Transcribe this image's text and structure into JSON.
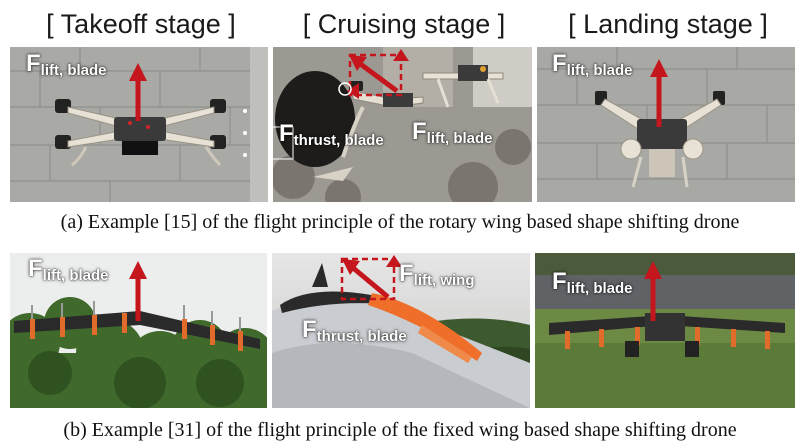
{
  "stages": {
    "takeoff": "[ Takeoff stage ]",
    "cruising": "[ Cruising stage ]",
    "landing": "[ Landing stage ]"
  },
  "captions": {
    "a": "(a) Example [15] of the flight principle of the rotary wing based shape shifting drone",
    "b": "(b) Example [31] of the flight principle of the fixed wing based shape shifting drone"
  },
  "force_symbol": "F",
  "force_subscripts": {
    "lift_blade": "lift, blade",
    "thrust_blade": "thrust, blade",
    "lift_wing": "lift, wing"
  },
  "colors": {
    "force_arrow": "#c4161c",
    "component_box": "#c4161c",
    "label_text": "#ffffff"
  }
}
